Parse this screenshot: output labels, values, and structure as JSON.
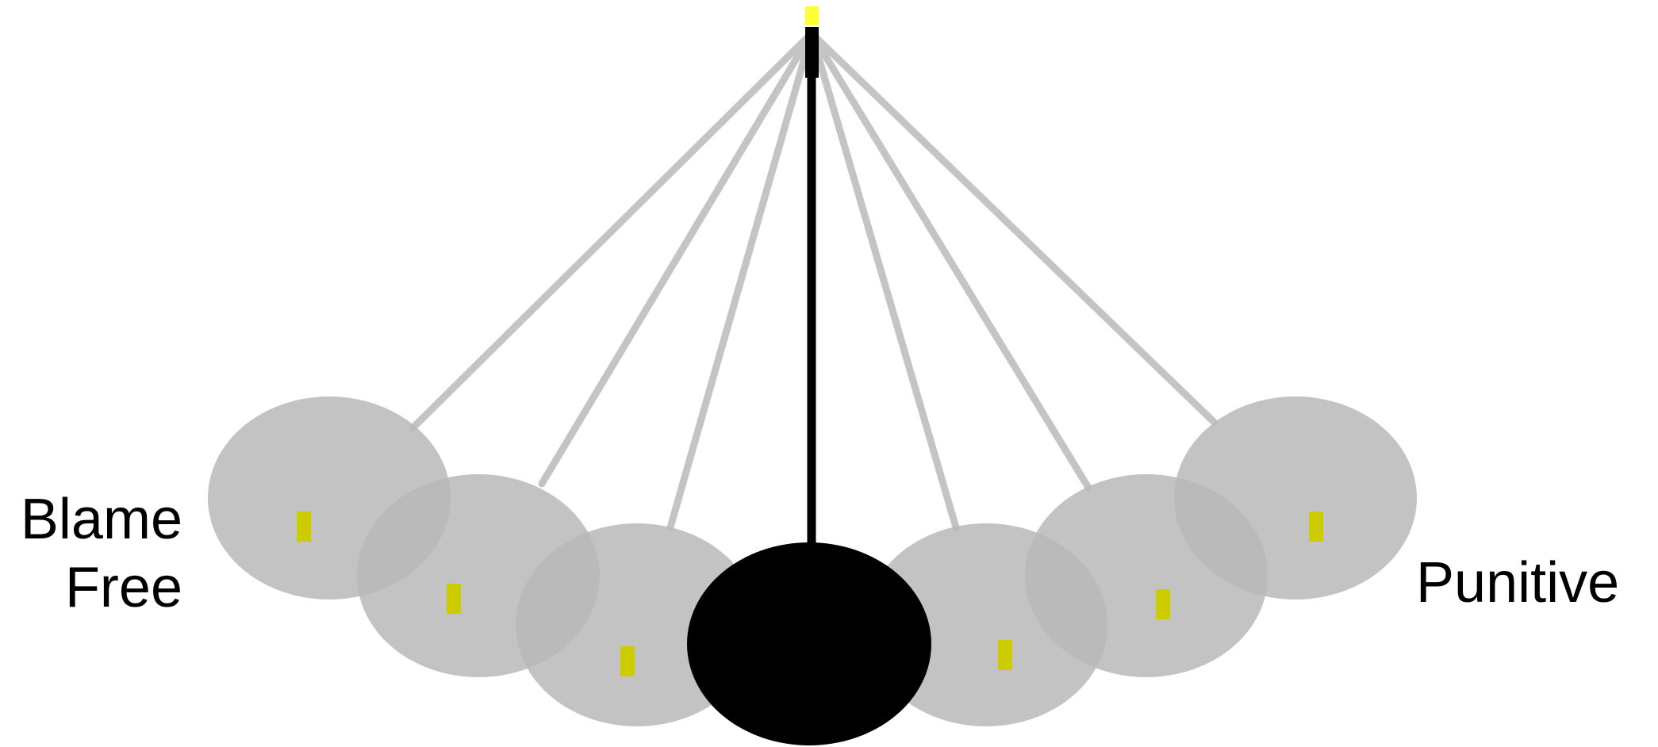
{
  "labels": {
    "left_line_1": "Blame",
    "left_line_2": "Free",
    "right": "Punitive"
  },
  "colors": {
    "ghost_bob": "#b8b8b8",
    "ghost_string": "#c4c4c4",
    "active_bob": "#000000",
    "active_string": "#000000",
    "marker": "#cccc00",
    "pivot": "#ffff33",
    "background": "#ffffff"
  },
  "icons": {
    "pivot": "pivot-icon",
    "marker": "marker-icon"
  }
}
